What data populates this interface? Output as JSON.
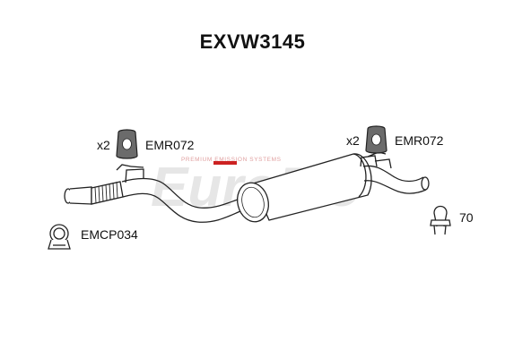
{
  "title": "EXVW3145",
  "watermark": {
    "brand": "EuroFlo",
    "tagline": "PREMIUM EMISSION SYSTEMS",
    "accent_color": "#cc2222"
  },
  "parts": [
    {
      "qty": "x2",
      "code": "EMR072",
      "icon": "rubber-mount-icon"
    },
    {
      "qty": "x2",
      "code": "EMR072",
      "icon": "rubber-mount-icon"
    },
    {
      "qty": "",
      "code": "EMCP034",
      "icon": "pipe-clamp-icon"
    },
    {
      "qty": "",
      "code": "70",
      "icon": "u-bolt-clamp-icon"
    }
  ],
  "colors": {
    "outline": "#222222",
    "mount_fill": "#6b6b6b",
    "text": "#111111"
  }
}
